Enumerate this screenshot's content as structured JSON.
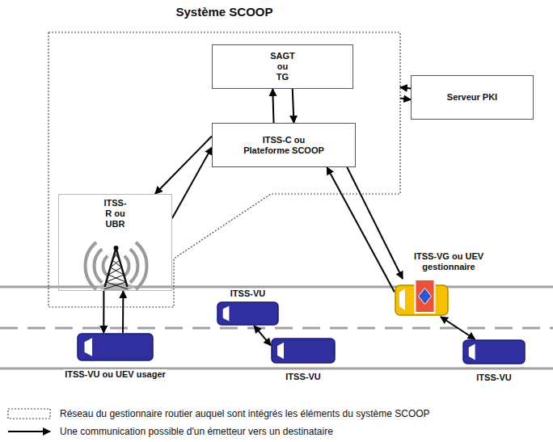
{
  "diagram": {
    "nodes": [
      {
        "text": [
          "Système SCOOP"
        ]
      },
      {
        "text": [
          "SAGT ou TG"
        ],
        "in": 0
      },
      {
        "text": [
          "ITSS-C ou Plateforme SCOOP"
        ],
        "in": 0
      },
      {
        "text": [
          "Serveur PKI"
        ]
      },
      {
        "text": [
          "ITSS-R ou UBR"
        ],
        "in": 0
      },
      {
        "text": [
          "ITSS-VU ou UEV usager"
        ]
      },
      {
        "text": [
          "ITSS-VU"
        ]
      },
      {
        "text": [
          "ITSS-VU"
        ]
      },
      {
        "text": [
          "ITSS-VG ou UEV gestionnaire"
        ]
      },
      {
        "text": [
          "ITSS-VU"
        ]
      }
    ],
    "edges": [
      {
        "from": 1,
        "to": 2,
        "arrow": "to"
      },
      {
        "from": 2,
        "to": 1,
        "arrow": "to"
      },
      {
        "from": 3,
        "to": 0,
        "arrow": "to"
      },
      {
        "from": 0,
        "to": 3,
        "arrow": "to"
      },
      {
        "from": 4,
        "to": 2,
        "arrow": "to"
      },
      {
        "from": 2,
        "to": 4,
        "arrow": "to"
      },
      {
        "from": 5,
        "to": 4,
        "arrow": "to"
      },
      {
        "from": 4,
        "to": 5,
        "arrow": "to"
      },
      {
        "from": 8,
        "to": 2,
        "arrow": "to"
      },
      {
        "from": 2,
        "to": 8,
        "arrow": "to"
      },
      {
        "from": 6,
        "to": 7,
        "arrow": "both"
      },
      {
        "from": 8,
        "to": 9,
        "arrow": "both"
      }
    ],
    "legend": [
      {
        "text": "Réseau du gestionnaire routier auquel sont intégrés les éléments du système SCOOP"
      },
      {
        "text": "Une communication possible d'un émetteur vers un destinataire"
      }
    ]
  }
}
